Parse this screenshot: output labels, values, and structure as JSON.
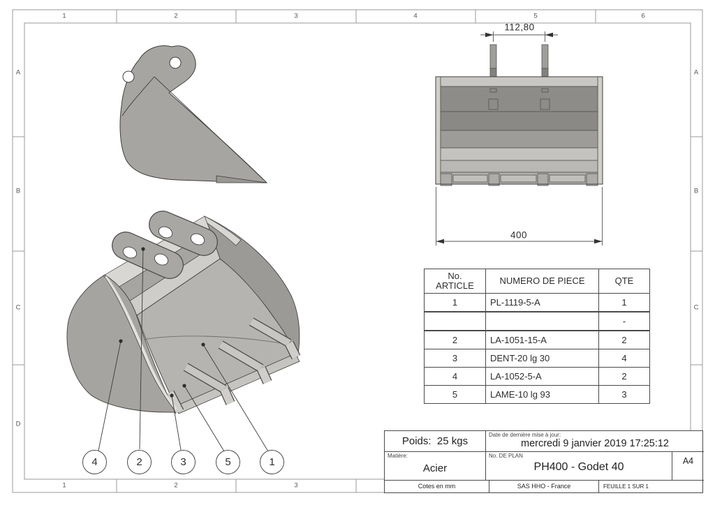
{
  "zones": {
    "top": [
      "1",
      "2",
      "3",
      "4",
      "5",
      "6"
    ],
    "bottom": [
      "1",
      "2",
      "3"
    ],
    "left": [
      "A",
      "B",
      "C",
      "D"
    ],
    "right": [
      "A",
      "B",
      "C"
    ]
  },
  "dimensions": {
    "lug_spacing": "112,80",
    "bucket_width": "400"
  },
  "balloons": [
    {
      "label": "4"
    },
    {
      "label": "2"
    },
    {
      "label": "3"
    },
    {
      "label": "5"
    },
    {
      "label": "1"
    }
  ],
  "bom": {
    "header": {
      "article_line1": "No.",
      "article_line2": "ARTICLE",
      "piece": "NUMERO DE PIECE",
      "qty": "QTE"
    },
    "rows": [
      {
        "article": "1",
        "piece": "PL-1119-5-A",
        "qty": "1"
      },
      {
        "article": "",
        "piece": "",
        "qty": "-"
      },
      {
        "article": "2",
        "piece": "LA-1051-15-A",
        "qty": "2"
      },
      {
        "article": "3",
        "piece": "DENT-20 lg 30",
        "qty": "4"
      },
      {
        "article": "4",
        "piece": "LA-1052-5-A",
        "qty": "2"
      },
      {
        "article": "5",
        "piece": "LAME-10 lg 93",
        "qty": "3"
      }
    ]
  },
  "title_block": {
    "weight_label": "Poids:",
    "weight_value": "25 kgs",
    "date_label": "Date de dernière mise à jour:",
    "date_value": "mercredi 9 janvier 2019 17:25:12",
    "material_label": "Matière:",
    "material_value": "Acier",
    "plan_label": "No. DE PLAN",
    "plan_value": "PH400 - Godet 40",
    "sheet_format": "A4",
    "units_note": "Cotes en mm",
    "company": "SAS HHO - France",
    "sheet_note": "FEUILLE 1 SUR 1"
  },
  "colors": {
    "paper": "#ffffff",
    "outline": "#3f3f3f",
    "frame-line": "#9a9a9a",
    "text": "#333333",
    "steel-light": "#d9d7d3",
    "steel-mid": "#a7a5a1",
    "steel-dark": "#8e8c88",
    "steel-floor": "#b6b4b0",
    "steel-edge": "#e3e1dd"
  }
}
